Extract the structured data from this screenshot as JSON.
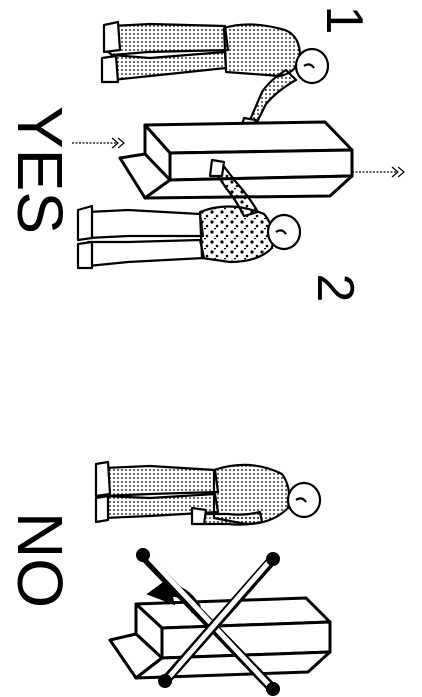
{
  "labels": {
    "yes": "YES",
    "no": "NO",
    "step1": "1",
    "step2": "2"
  },
  "colors": {
    "ink": "#000000",
    "paper": "#ffffff"
  },
  "icons": {
    "correct_panel": [
      "person-lifting-icon",
      "box-icon",
      "arrow-right-icon"
    ],
    "wrong_panel": [
      "person-icon",
      "box-icon",
      "rotate-arrow-icon",
      "x-cross-icon"
    ]
  }
}
